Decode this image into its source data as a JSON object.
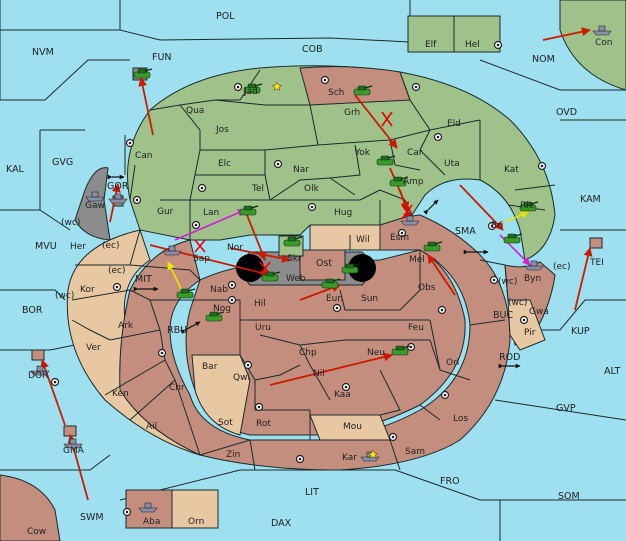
{
  "colors": {
    "sea": "#9ee0ef",
    "green": "#9fc28b",
    "brown": "#c48e7f",
    "tan": "#e8c8a2",
    "grey": "#8c8c8c",
    "border": "#1b2a2a",
    "order_arrow": "#cc1a00",
    "support_arrow": "#d21fd0",
    "convoy_arrow": "#e6e600"
  },
  "sea_labels": {
    "pol": "POL",
    "nvm": "NVM",
    "fun": "FUN",
    "cob": "COB",
    "nom": "NOM",
    "ovd": "OVD",
    "kal": "KAL",
    "gvg": "GVG",
    "kam": "KAM",
    "mvu": "MVU",
    "sma": "SMA",
    "mit": "MIT",
    "bor": "BOR",
    "rbu": "RBU",
    "buc": "BUC",
    "kup": "KUP",
    "rod": "ROD",
    "alt": "ALT",
    "gvp": "GVP",
    "fro": "FRO",
    "som": "SOM",
    "lit": "LIT",
    "swm": "SWM",
    "dax": "DAX",
    "gor": "GOR",
    "ost": "Ost"
  },
  "provinces": {
    "elf": "Elf",
    "hel": "Hel",
    "con": "Con",
    "jad": "Jad",
    "sch": "Sch",
    "qua": "Qua",
    "jos": "Jos",
    "grh": "Grh",
    "eld": "Eld",
    "can": "Can",
    "elc": "Elc",
    "nar": "Nar",
    "yok": "Yok",
    "car": "Car",
    "uta": "Uta",
    "tel": "Tel",
    "olk": "Olk",
    "amp": "Amp",
    "kat": "Kat",
    "gur": "Gur",
    "lan": "Lan",
    "hug": "Hug",
    "bri": "Bri",
    "rie": "Rie",
    "gaw": "Gaw",
    "her": "Her",
    "nor": "Nor",
    "sap": "Sap",
    "skr": "Skr",
    "wil": "Wil",
    "esm": "Esm",
    "mel": "Mel",
    "byn": "Byn",
    "tei": "TEI",
    "kor": "Kor",
    "nab": "Nab",
    "web": "Web",
    "eun": "Eun",
    "sun": "Sun",
    "obs": "Obs",
    "gwa": "Gwa",
    "pir": "Pir",
    "hil": "Hil",
    "nog": "Nog",
    "ark": "Ark",
    "uru": "Uru",
    "feu": "Feu",
    "ver": "Ver",
    "chp": "Chp",
    "neu": "Neu",
    "bar": "Bar",
    "qwi": "Qwi",
    "nil": "Nil",
    "orl": "Orl",
    "chr": "Chr",
    "ken": "Ken",
    "kaa": "Kaa",
    "sot": "Sot",
    "rot": "Rot",
    "ail": "Ail",
    "los": "Los",
    "mou": "Mou",
    "zin": "Zin",
    "kar": "Kar",
    "sam": "Sam",
    "dor": "DOR",
    "gma": "GMA",
    "aba": "Aba",
    "orn": "Orn",
    "cow": "Cow"
  },
  "coast_tags": {
    "her_wc": "(wc)",
    "her_ec": "(ec)",
    "kor_ec": "(ec)",
    "kor_wc": "(wc)",
    "byn_wc": "(wc)",
    "byn_ec": "(ec)",
    "gwa_wc": "(wc)"
  }
}
